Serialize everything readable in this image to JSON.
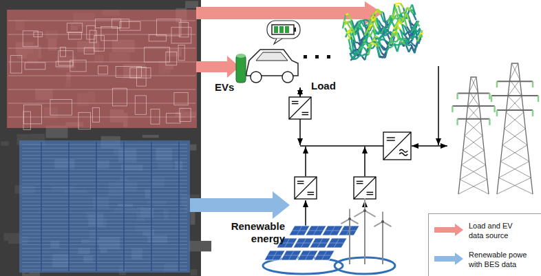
{
  "diagram": {
    "labels": [
      "EVs",
      "Load",
      "Renewable energy"
    ],
    "legend": [
      {
        "text": "Load and EV data source"
      },
      {
        "text": "Renewable powe with BES data"
      }
    ]
  }
}
